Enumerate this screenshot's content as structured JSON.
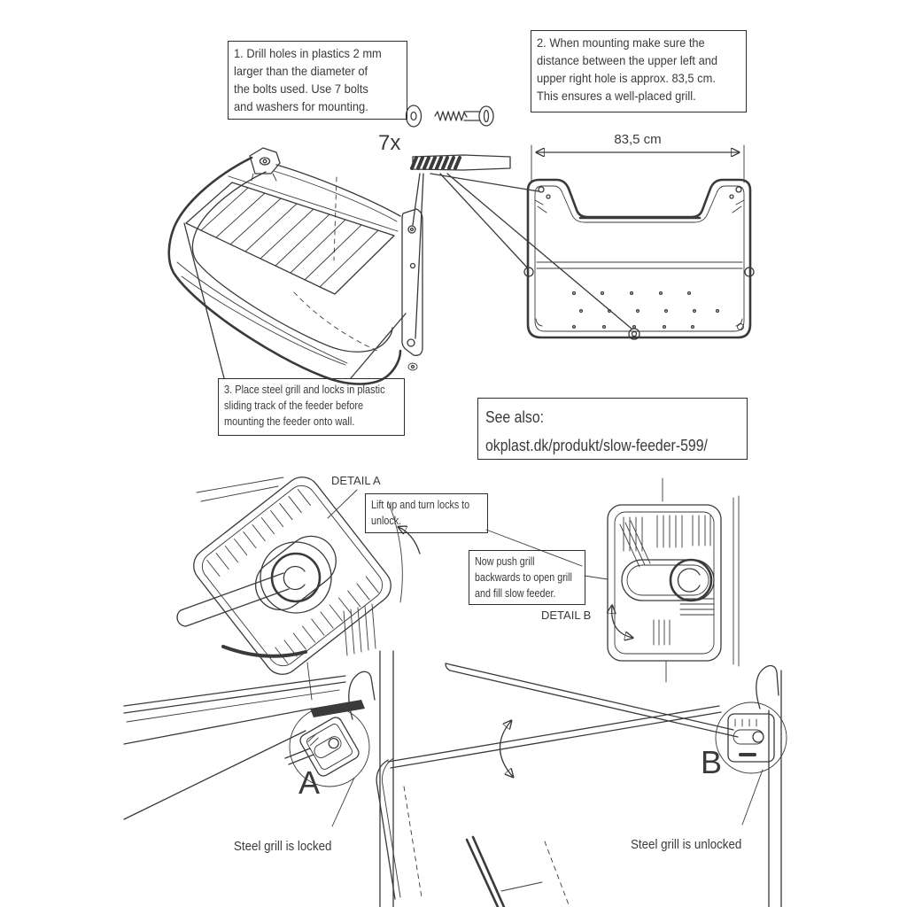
{
  "document": {
    "background": "#ffffff",
    "line_color": "#3a3a3a",
    "text_color": "#3a3a3a"
  },
  "instructions": {
    "step1": "1. Drill holes in plastics 2 mm\nlarger than the diameter of\nthe bolts used. Use 7 bolts\nand washers for mounting.",
    "step2": "2. When mounting make sure the\ndistance between the upper left and\nupper right hole is approx. 83,5 cm.\nThis ensures a well-placed grill.",
    "step3": "3. Place steel grill and locks in plastic\nsliding track of the feeder before\nmounting the feeder onto wall.",
    "unlock_note": "Lift up and turn locks to\nunlock.",
    "push_note": "Now push grill\nbackwards to open grill\nand fill slow feeder."
  },
  "reference": {
    "see_also_label": "See also:",
    "see_also_url": "okplast.dk/produkt/slow-feeder-599/"
  },
  "labels": {
    "quantity": "7x",
    "dimension": "83,5 cm",
    "detail_a": "DETAIL A",
    "detail_b": "DETAIL B",
    "view_a": "A",
    "view_b": "B",
    "locked_caption": "Steel grill is locked",
    "unlocked_caption": "Steel grill is unlocked"
  }
}
